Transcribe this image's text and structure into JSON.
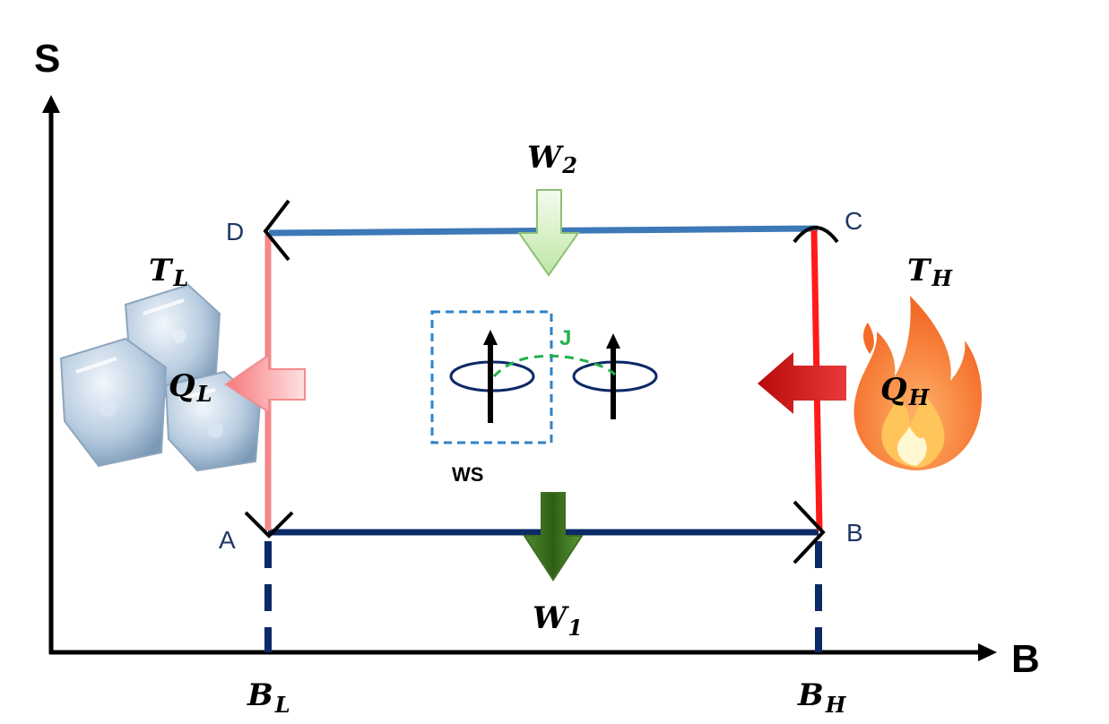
{
  "axes": {
    "y_label": "S",
    "x_label": "B"
  },
  "corners": {
    "a": "A",
    "b": "B",
    "c": "C",
    "d": "D"
  },
  "fields": {
    "low": {
      "symbol": "B",
      "subscript": "L"
    },
    "high": {
      "symbol": "B",
      "subscript": "H"
    }
  },
  "reservoirs": {
    "cold": {
      "symbol": "T",
      "subscript": "L",
      "icon": "ice-cubes-icon"
    },
    "hot": {
      "symbol": "T",
      "subscript": "H",
      "icon": "flame-icon"
    }
  },
  "heat": {
    "cold": {
      "symbol": "Q",
      "subscript": "L"
    },
    "hot": {
      "symbol": "Q",
      "subscript": "H"
    }
  },
  "work": {
    "top": {
      "symbol": "W",
      "subscript": "2"
    },
    "bottom": {
      "symbol": "W",
      "subscript": "1"
    }
  },
  "system": {
    "coupling_label": "J",
    "box_label": "WS"
  },
  "colors": {
    "top_stroke": "#3d78b7",
    "bottom_stroke": "#0b2a66",
    "left_stroke": "#f7868a",
    "right_stroke": "#ff1a1a",
    "hot_arrow": "#d40f0f",
    "cold_arrow": "#f89090",
    "work_top_arrow": "#d2efbd",
    "work_bottom_arrow": "#4a7f27",
    "coupling": "#22b14c",
    "ws_box": "#2e82c8"
  }
}
